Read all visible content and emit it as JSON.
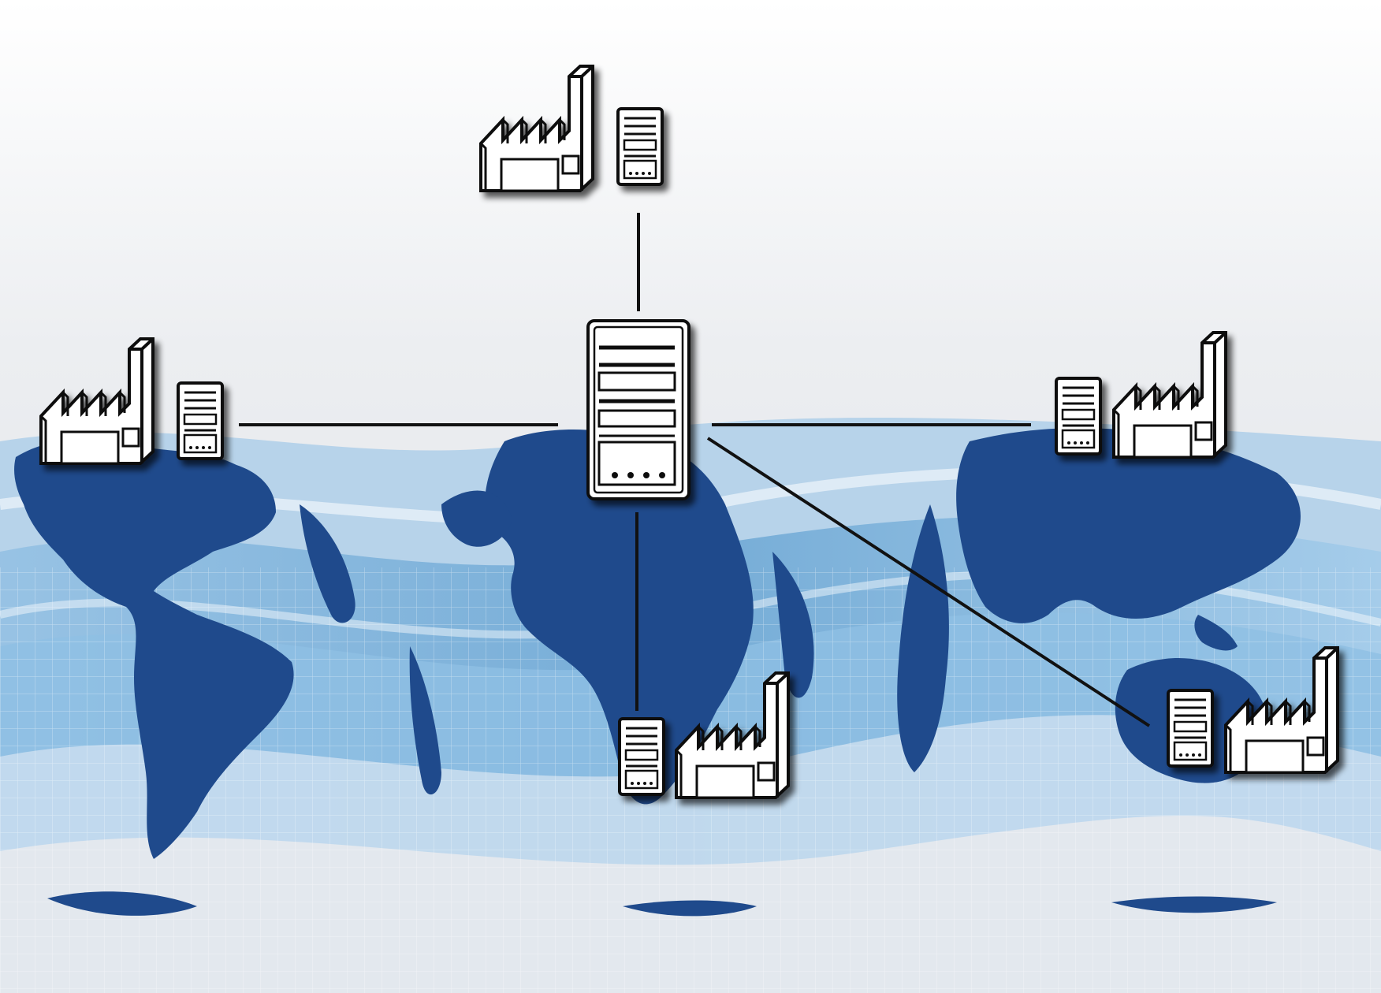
{
  "colors": {
    "ocean_light": "#a9cbe6",
    "ocean_mid": "#5f9fd0",
    "land": "#1f4a8c",
    "sky_top": "#ffffff",
    "sky_bottom": "#dcdfe3",
    "line": "#111111",
    "icon_fill": "#ffffff"
  },
  "diagram": {
    "hub": {
      "icon": "central-server-icon"
    },
    "sites": [
      {
        "id": "north",
        "icons": [
          "factory-icon",
          "server-tower-icon"
        ]
      },
      {
        "id": "west",
        "icons": [
          "factory-icon",
          "server-tower-icon"
        ]
      },
      {
        "id": "east",
        "icons": [
          "server-tower-icon",
          "factory-icon"
        ]
      },
      {
        "id": "south",
        "icons": [
          "server-tower-icon",
          "factory-icon"
        ]
      },
      {
        "id": "southeast",
        "icons": [
          "server-tower-icon",
          "factory-icon"
        ]
      }
    ],
    "connections": [
      {
        "from": "hub",
        "to": "north"
      },
      {
        "from": "hub",
        "to": "west"
      },
      {
        "from": "hub",
        "to": "east"
      },
      {
        "from": "hub",
        "to": "south"
      },
      {
        "from": "hub",
        "to": "southeast"
      }
    ]
  }
}
